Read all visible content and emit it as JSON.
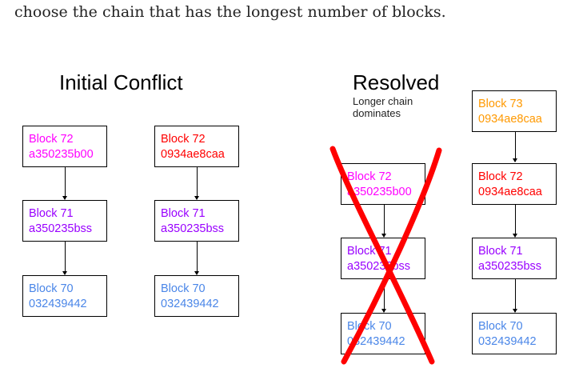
{
  "intro_text": "choose the chain that has the longest number of blocks.",
  "left_panel": {
    "title": "Initial Conflict",
    "chains": [
      [
        {
          "label": "Block 72",
          "hash": "a350235b00",
          "color": "#ff00ff"
        },
        {
          "label": "Block 71",
          "hash": "a350235bss",
          "color": "#9900ff"
        },
        {
          "label": "Block 70",
          "hash": "032439442",
          "color": "#4a86e8"
        }
      ],
      [
        {
          "label": "Block 72",
          "hash": "0934ae8caa",
          "color": "#ff0000"
        },
        {
          "label": "Block 71",
          "hash": "a350235bss",
          "color": "#9900ff"
        },
        {
          "label": "Block 70",
          "hash": "032439442",
          "color": "#4a86e8"
        }
      ]
    ]
  },
  "right_panel": {
    "title": "Resolved",
    "subtitle": "Longer chain dominates",
    "crossed_chain": [
      {
        "label": "Block 72",
        "hash": "a350235b00",
        "color": "#ff00ff"
      },
      {
        "label": "Block 71",
        "hash": "a350235bss",
        "color": "#9900ff"
      },
      {
        "label": "Block 70",
        "hash": "032439442",
        "color": "#4a86e8"
      }
    ],
    "winning_chain": [
      {
        "label": "Block 73",
        "hash": "0934ae8caa",
        "color": "#ff9900"
      },
      {
        "label": "Block 72",
        "hash": "0934ae8caa",
        "color": "#ff0000"
      },
      {
        "label": "Block 71",
        "hash": "a350235bss",
        "color": "#9900ff"
      },
      {
        "label": "Block 70",
        "hash": "032439442",
        "color": "#4a86e8"
      }
    ],
    "cross_color": "#ff0000"
  }
}
